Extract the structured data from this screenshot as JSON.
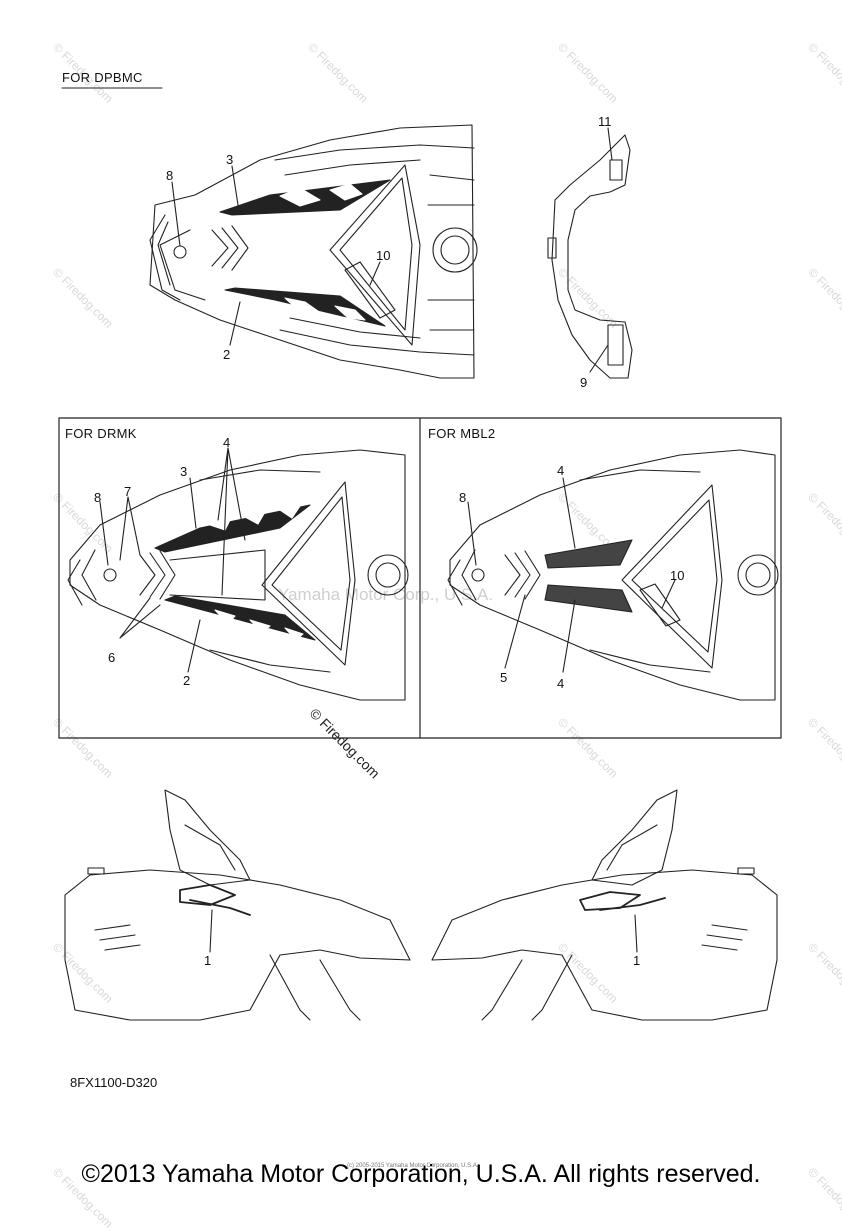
{
  "sections": {
    "top": {
      "heading": "FOR DPBMC",
      "callouts": {
        "c8": "8",
        "c3": "3",
        "c10": "10",
        "c2": "2",
        "c11": "11",
        "c9": "9"
      }
    },
    "left_box": {
      "heading": "FOR DRMK",
      "callouts": {
        "c4": "4",
        "c3": "3",
        "c8": "8",
        "c7": "7",
        "c6": "6",
        "c2": "2"
      }
    },
    "right_box": {
      "heading": "FOR MBL2",
      "callouts": {
        "c4a": "4",
        "c8": "8",
        "c10": "10",
        "c5": "5",
        "c4b": "4"
      }
    },
    "bottom": {
      "callouts": {
        "left1": "1",
        "right1": "1"
      }
    }
  },
  "reference_code": "8FX1100-D320",
  "watermarks": {
    "firedog": "© Firedog.com",
    "yamaha_center": "Yamaha Motor Corp., U.S.A."
  },
  "fine_print": "(c) 2005-2015 Yamaha Motor Corporation, U.S.A.",
  "footer": "©2013 Yamaha Motor Corporation, U.S.A. All rights reserved."
}
